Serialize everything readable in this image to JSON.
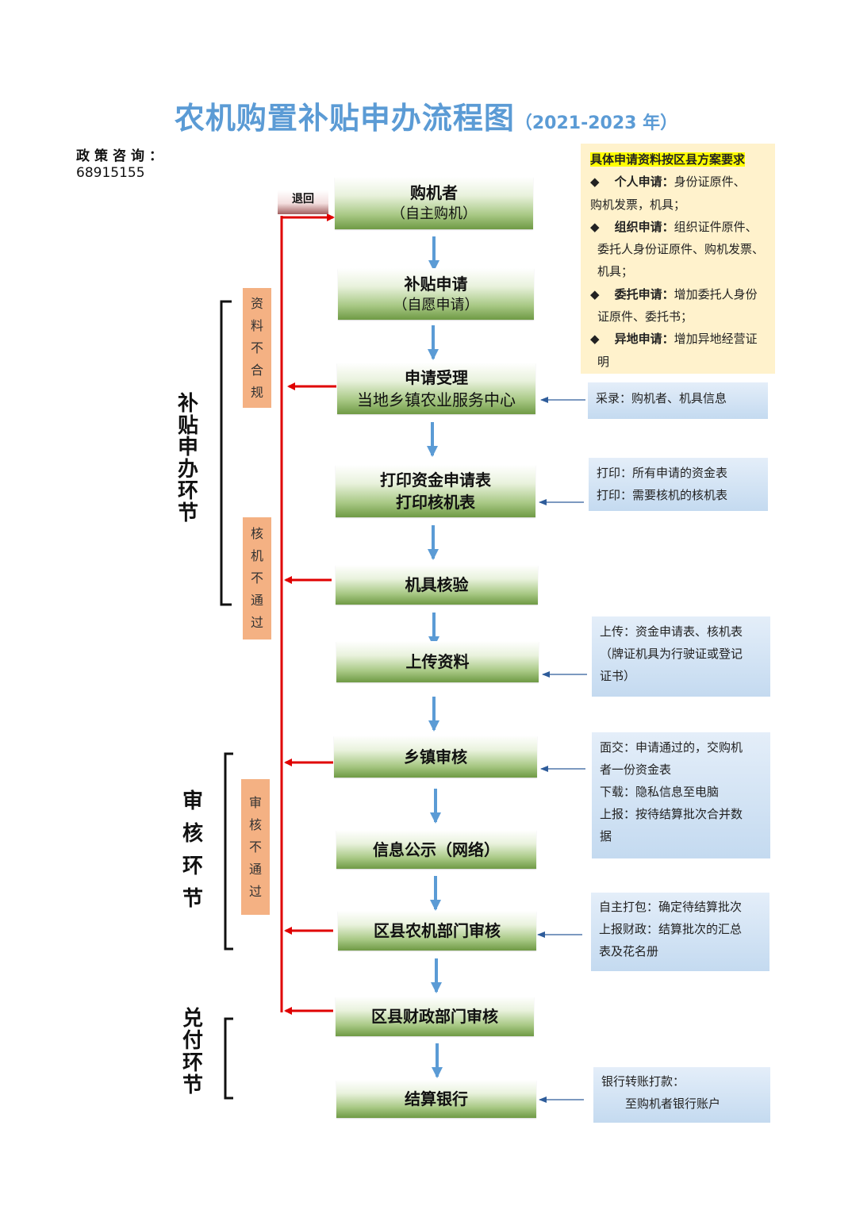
{
  "title": {
    "main": "农机购置补贴申办流程图",
    "sub": "（2021-2023 年）"
  },
  "consult": {
    "label": "政策咨询：",
    "phone": "68915155"
  },
  "return_label": "退回",
  "steps": [
    {
      "line1": "购机者",
      "line2": "（自主购机）"
    },
    {
      "line1": "补贴申请",
      "line2": "（自愿申请）"
    },
    {
      "line1": "申请受理",
      "line2": "当地乡镇农业服务中心"
    },
    {
      "line1": "打印资金申请表",
      "line2": "打印核机表"
    },
    {
      "line1": "机具核验"
    },
    {
      "line1": "上传资料"
    },
    {
      "line1": "乡镇审核"
    },
    {
      "line1": "信息公示（网络）"
    },
    {
      "line1": "区县农机部门审核"
    },
    {
      "line1": "区县财政部门审核"
    },
    {
      "line1": "结算银行"
    }
  ],
  "requirements": {
    "heading": "具体申请资料按区县方案要求",
    "items": [
      {
        "bullet": "◆",
        "label": "个人申请：",
        "lines": [
          "身份证原件、",
          "购机发票，机具；"
        ]
      },
      {
        "bullet": "◆",
        "label": "组织申请：",
        "lines": [
          "组织证件原件、",
          "委托人身份证原件、购机发票、",
          "机具；"
        ]
      },
      {
        "bullet": "◆",
        "label": "委托申请：",
        "lines": [
          "增加委托人身份",
          "证原件、委托书；"
        ]
      },
      {
        "bullet": "◆",
        "label": "异地申请：",
        "lines": [
          "增加异地经营证",
          "明"
        ]
      }
    ]
  },
  "notes": {
    "collect": [
      "采录：购机者、机具信息"
    ],
    "print": [
      "打印：所有申请的资金表",
      "打印：需要核机的核机表"
    ],
    "upload": [
      "上传：资金申请表、核机表",
      "（牌证机具为行驶证或登记",
      "证书）"
    ],
    "town": [
      "面交：申请通过的，交购机",
      "者一份资金表",
      "下载：隐私信息至电脑",
      "上报：按待结算批次合并数",
      "据"
    ],
    "county": [
      "自主打包：确定待结算批次",
      "上报财政：结算批次的汇总",
      "表及花名册"
    ],
    "bank": [
      "银行转账打款：",
      "　　至购机者银行账户"
    ]
  },
  "rejects": {
    "materials": [
      "资",
      "料",
      "不",
      "合",
      "规"
    ],
    "inspection": [
      "核",
      "机",
      "不",
      "通",
      "过"
    ],
    "review": [
      "审",
      "核",
      "不",
      "通",
      "过"
    ]
  },
  "phases": {
    "apply": [
      "补",
      "贴",
      "申",
      "办",
      "环",
      "节"
    ],
    "review": [
      "审",
      "核",
      "环",
      "节"
    ],
    "pay": [
      "兑",
      "付",
      "环",
      "节"
    ]
  },
  "colors": {
    "title": "#5b9bd5",
    "reject_line": "#e00000",
    "flow_arrow": "#5b9bd5",
    "note_arrow": "#2e5c9a",
    "orange": "#f4b183"
  }
}
